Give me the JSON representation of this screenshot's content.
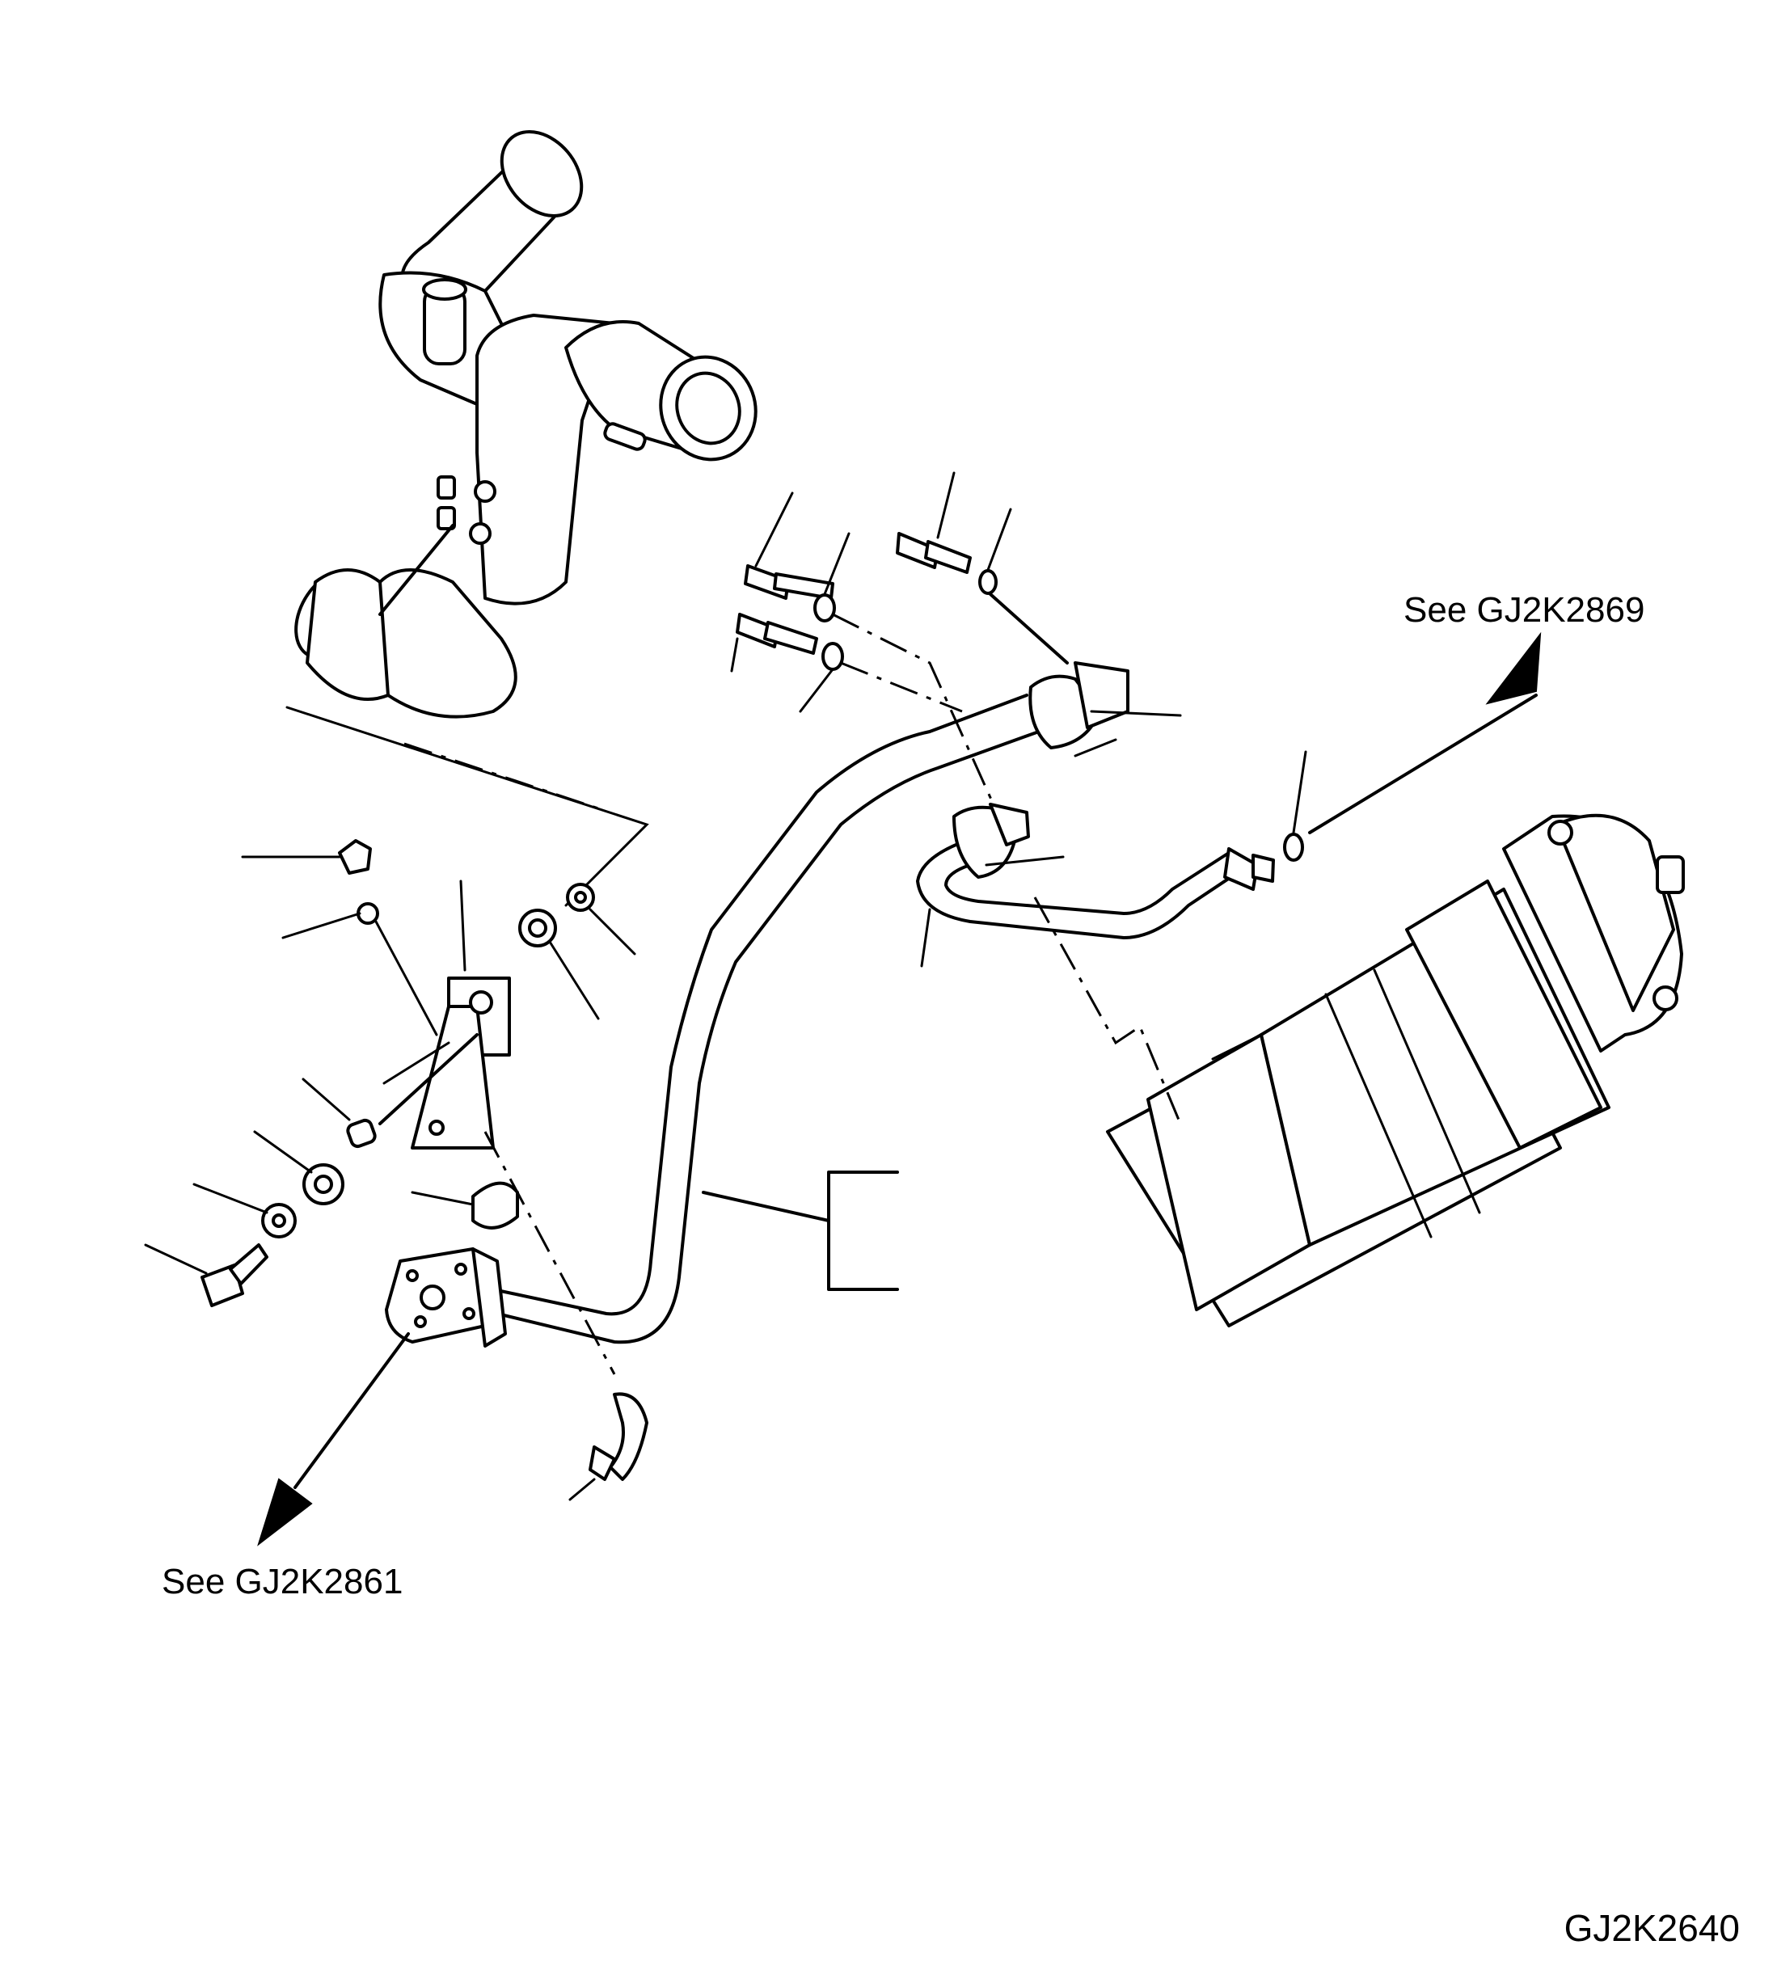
{
  "references": {
    "top_right": "See GJ2K2869",
    "bottom_left": "See GJ2K2861"
  },
  "figure_id": "GJ2K2640",
  "colors": {
    "line": "#000000",
    "background": "#ffffff"
  }
}
